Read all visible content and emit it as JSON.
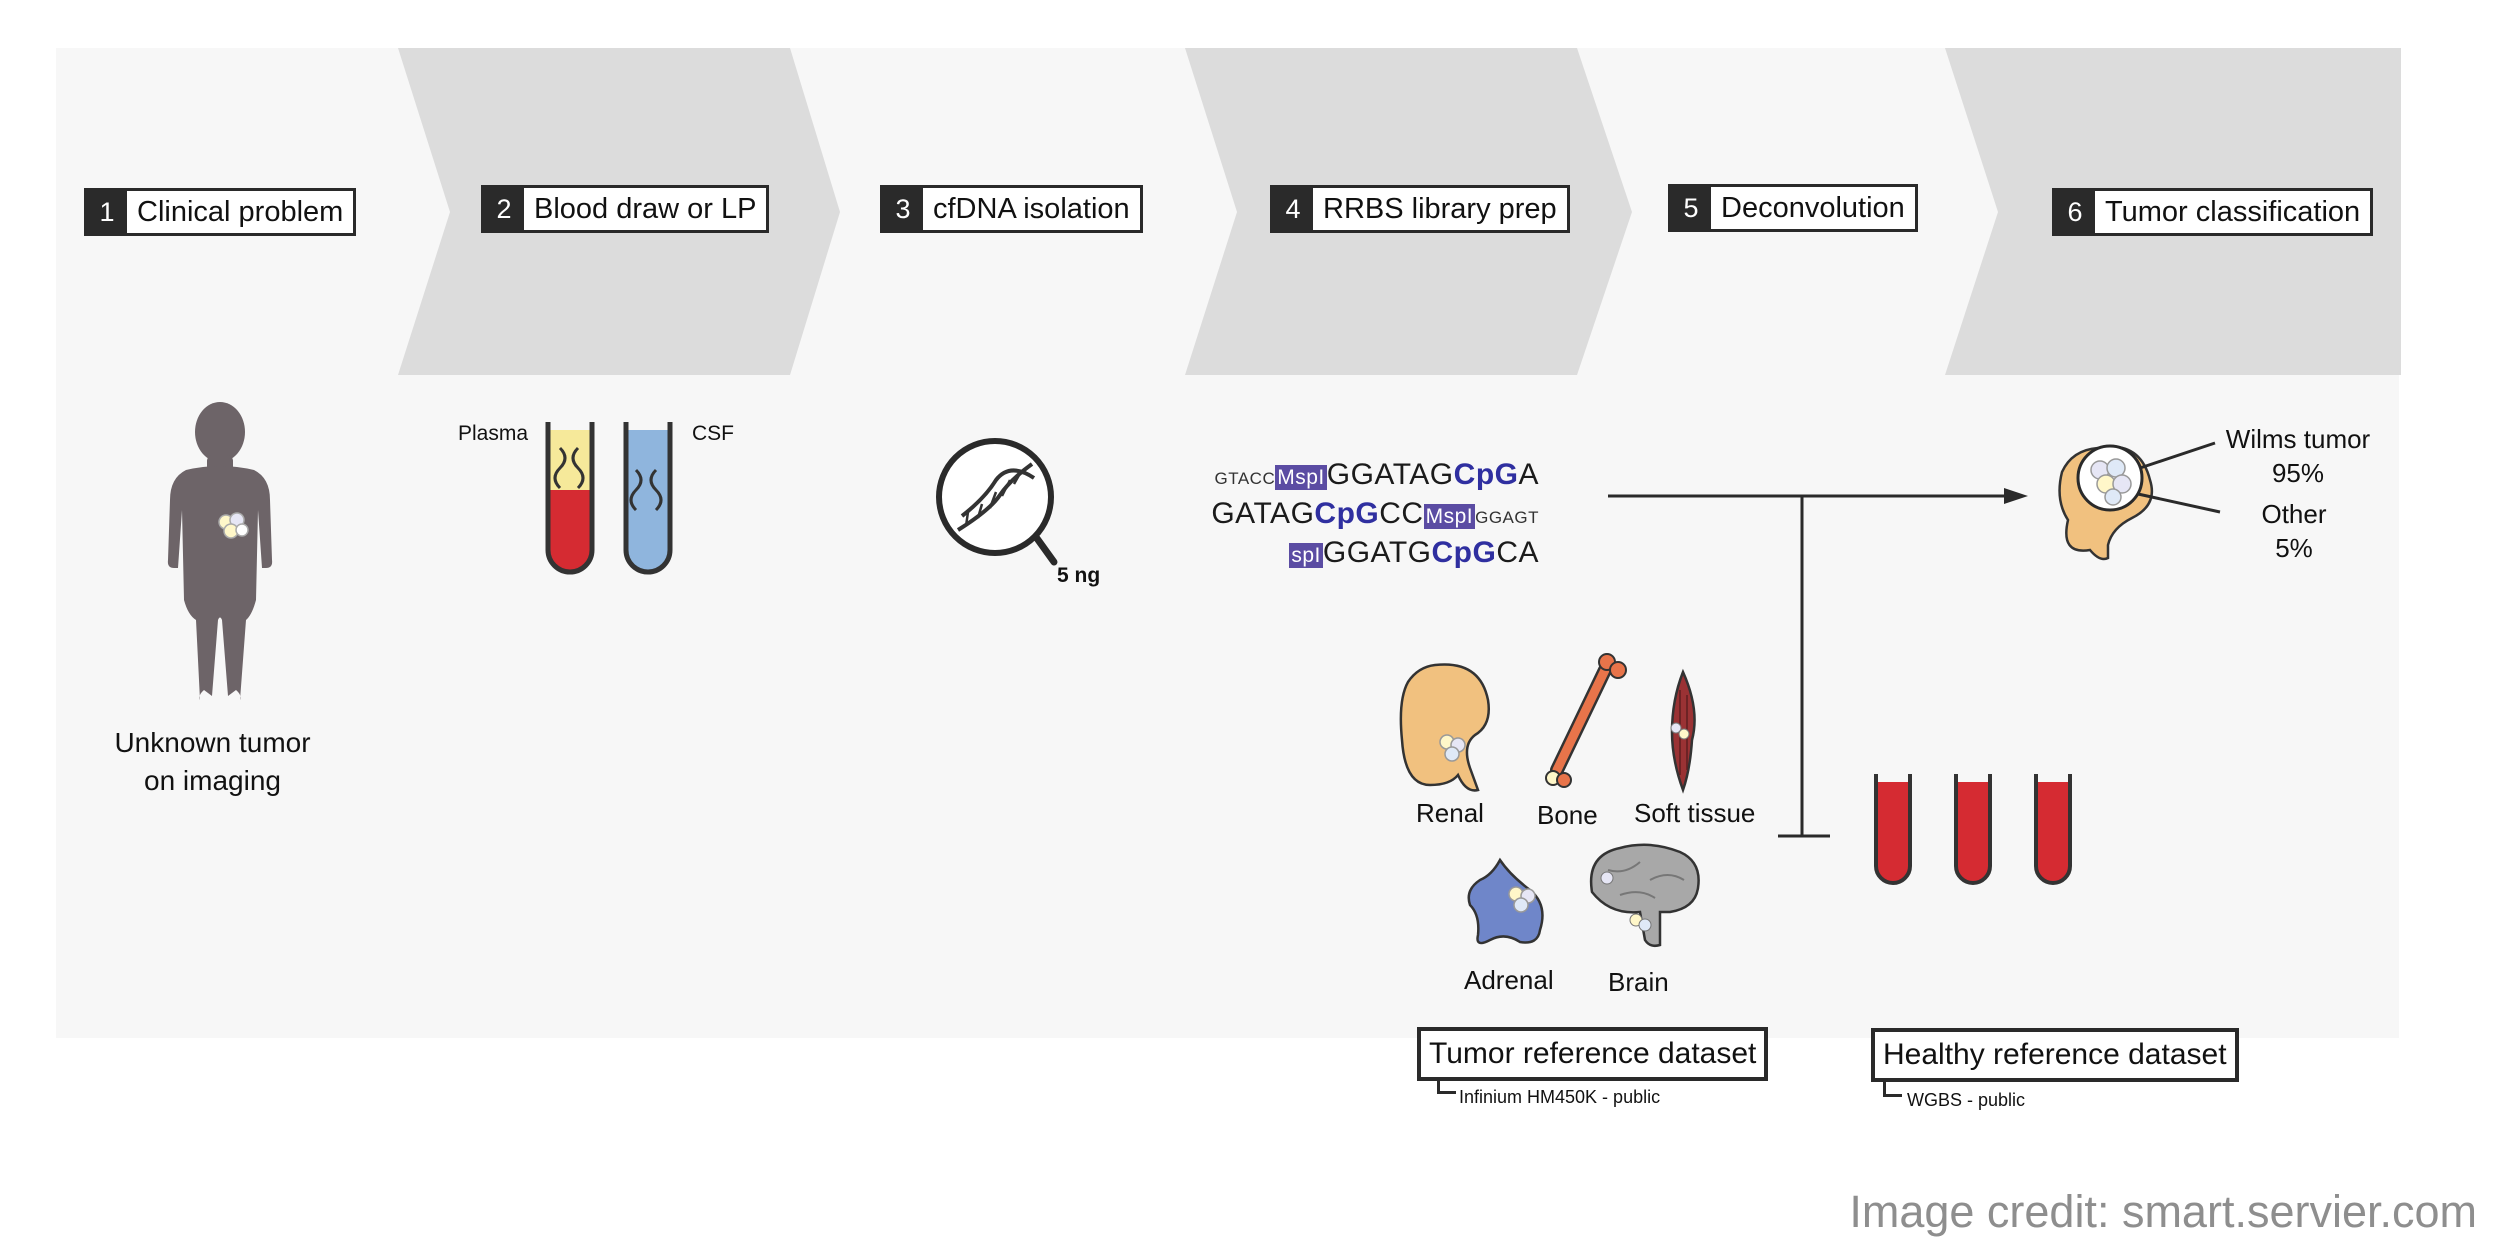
{
  "steps": [
    {
      "num": "1",
      "label": "Clinical problem"
    },
    {
      "num": "2",
      "label": "Blood draw or LP"
    },
    {
      "num": "3",
      "label": "cfDNA isolation"
    },
    {
      "num": "4",
      "label": "RRBS library prep"
    },
    {
      "num": "5",
      "label": "Deconvolution"
    },
    {
      "num": "6",
      "label": "Tumor classification"
    }
  ],
  "patient": {
    "caption_line1": "Unknown tumor",
    "caption_line2": "on imaging"
  },
  "tubes": {
    "plasma_label": "Plasma",
    "csf_label": "CSF"
  },
  "isolation": {
    "amount": "5 ng"
  },
  "sequences": {
    "line1": {
      "pre": "GTACC",
      "enzyme": "MspI",
      "a": "GGATAG",
      "cpg": "CpG",
      "b": "A"
    },
    "line2": {
      "a": "GATAG",
      "cpg": "CpG",
      "b": "CC",
      "enzyme": "MspI",
      "post": "GGAGT"
    },
    "line3": {
      "enzyme": "spI",
      "a": "GGATG",
      "cpg": "CpG",
      "b": "CA"
    }
  },
  "result": {
    "label1": "Wilms tumor",
    "value1": "95%",
    "label2": "Other",
    "value2": "5%"
  },
  "tissues": {
    "renal": "Renal",
    "bone": "Bone",
    "soft_tissue": "Soft tissue",
    "adrenal": "Adrenal",
    "brain": "Brain"
  },
  "datasets": {
    "tumor": {
      "title": "Tumor reference dataset",
      "sub": "Infinium HM450K - public"
    },
    "healthy": {
      "title": "Healthy reference dataset",
      "sub": "WGBS - public"
    }
  },
  "credit": "Image credit: smart.servier.com",
  "colors": {
    "arrow_gray": "#dcdcdc",
    "dark": "#2a2a2a",
    "blood_red": "#d52b32",
    "plasma_yellow": "#f6e99a",
    "csf_blue": "#8fb5dd",
    "kidney_orange": "#f1c17f",
    "enzyme_purple": "#5b4ca3",
    "cpg_blue": "#2f2fa0",
    "silhouette": "#6d6468"
  }
}
